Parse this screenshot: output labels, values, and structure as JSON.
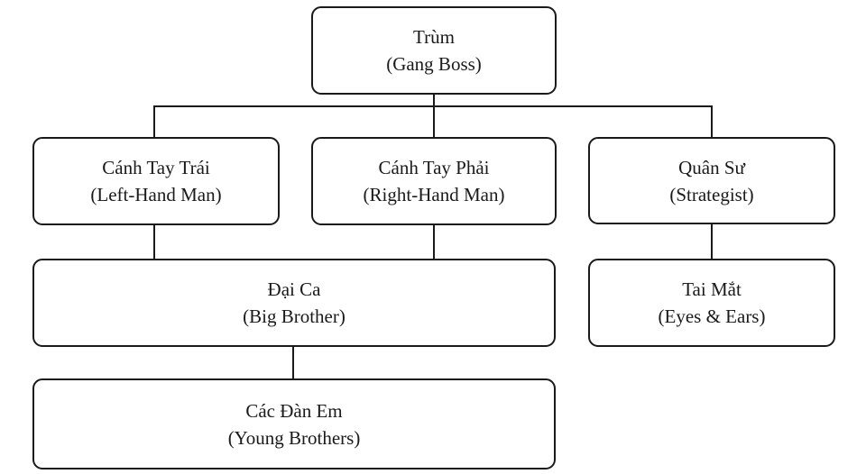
{
  "diagram": {
    "type": "org-chart",
    "colors": {
      "border": "#1a1a1a",
      "text": "#1a1a1a",
      "line": "#1a1a1a",
      "background": "#ffffff"
    },
    "nodes": [
      {
        "id": "boss",
        "vi": "Trùm",
        "en": "(Gang Boss)"
      },
      {
        "id": "left-hand",
        "vi": "Cánh Tay Trái",
        "en": "(Left-Hand Man)"
      },
      {
        "id": "right-hand",
        "vi": "Cánh Tay Phải",
        "en": "(Right-Hand Man)"
      },
      {
        "id": "strategist",
        "vi": "Quân Sư",
        "en": "(Strategist)"
      },
      {
        "id": "big-brother",
        "vi": "Đại Ca",
        "en": "(Big Brother)"
      },
      {
        "id": "eyes-ears",
        "vi": "Tai Mắt",
        "en": "(Eyes & Ears)"
      },
      {
        "id": "young-brothers",
        "vi": "Các Đàn Em",
        "en": "(Young Brothers)"
      }
    ],
    "edges": [
      {
        "from": "boss",
        "to": "left-hand"
      },
      {
        "from": "boss",
        "to": "right-hand"
      },
      {
        "from": "boss",
        "to": "strategist"
      },
      {
        "from": "left-hand",
        "to": "big-brother"
      },
      {
        "from": "right-hand",
        "to": "big-brother"
      },
      {
        "from": "strategist",
        "to": "eyes-ears"
      },
      {
        "from": "big-brother",
        "to": "young-brothers"
      }
    ]
  }
}
